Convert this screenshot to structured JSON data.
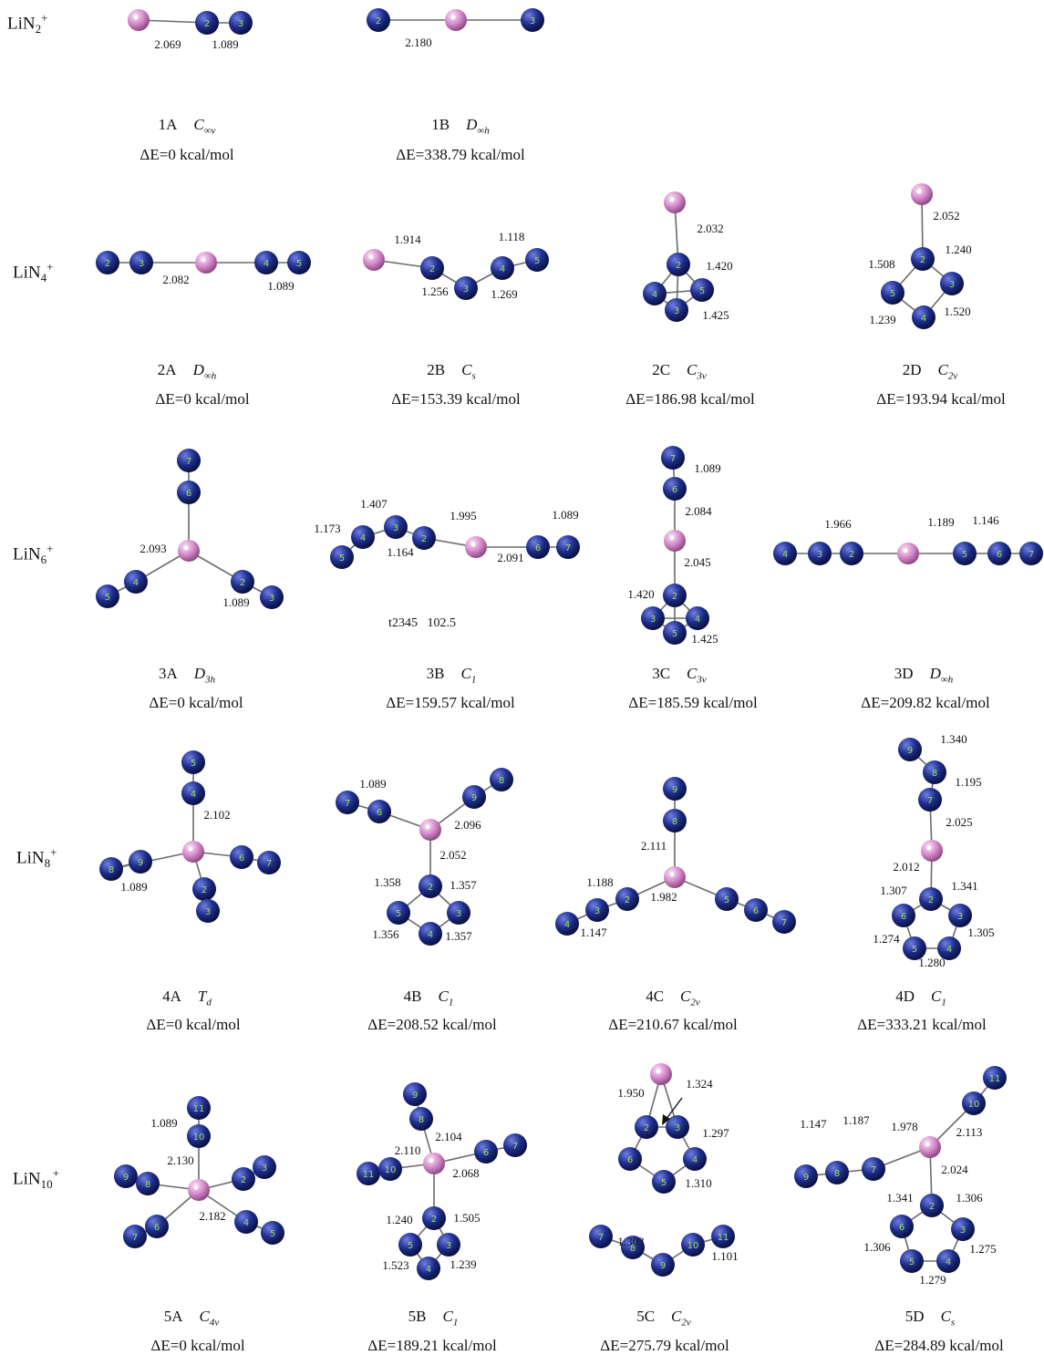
{
  "rows": [
    {
      "species_base": "LiN",
      "species_sub": "2",
      "species_sup": "+"
    },
    {
      "species_base": "LiN",
      "species_sub": "4",
      "species_sup": "+"
    },
    {
      "species_base": "LiN",
      "species_sub": "6",
      "species_sup": "+"
    },
    {
      "species_base": "LiN",
      "species_sub": "8",
      "species_sup": "+"
    },
    {
      "species_base": "LiN",
      "species_sub": "10",
      "species_sup": "+"
    }
  ],
  "structures": [
    {
      "id": "1A",
      "sym": "C",
      "sym_sub": "∞v",
      "energy": "ΔE=0 kcal/mol"
    },
    {
      "id": "1B",
      "sym": "D",
      "sym_sub": "∞h",
      "energy": "ΔE=338.79 kcal/mol"
    },
    {
      "id": "2A",
      "sym": "D",
      "sym_sub": "∞h",
      "energy": "ΔE=0 kcal/mol"
    },
    {
      "id": "2B",
      "sym": "C",
      "sym_sub": "s",
      "energy": "ΔE=153.39 kcal/mol"
    },
    {
      "id": "2C",
      "sym": "C",
      "sym_sub": "3v",
      "energy": "ΔE=186.98 kcal/mol"
    },
    {
      "id": "2D",
      "sym": "C",
      "sym_sub": "2v",
      "energy": "ΔE=193.94 kcal/mol"
    },
    {
      "id": "3A",
      "sym": "D",
      "sym_sub": "3h",
      "energy": "ΔE=0 kcal/mol"
    },
    {
      "id": "3B",
      "sym": "C",
      "sym_sub": "1",
      "energy": "ΔE=159.57 kcal/mol"
    },
    {
      "id": "3C",
      "sym": "C",
      "sym_sub": "3v",
      "energy": "ΔE=185.59 kcal/mol"
    },
    {
      "id": "3D",
      "sym": "D",
      "sym_sub": "∞h",
      "energy": "ΔE=209.82 kcal/mol"
    },
    {
      "id": "4A",
      "sym": "T",
      "sym_sub": "d",
      "energy": "ΔE=0 kcal/mol"
    },
    {
      "id": "4B",
      "sym": "C",
      "sym_sub": "1",
      "energy": "ΔE=208.52 kcal/mol"
    },
    {
      "id": "4C",
      "sym": "C",
      "sym_sub": "2v",
      "energy": "ΔE=210.67 kcal/mol"
    },
    {
      "id": "4D",
      "sym": "C",
      "sym_sub": "1",
      "energy": "ΔE=333.21 kcal/mol"
    },
    {
      "id": "5A",
      "sym": "C",
      "sym_sub": "4v",
      "energy": "ΔE=0 kcal/mol"
    },
    {
      "id": "5B",
      "sym": "C",
      "sym_sub": "1",
      "energy": "ΔE=189.21 kcal/mol"
    },
    {
      "id": "5C",
      "sym": "C",
      "sym_sub": "2v",
      "energy": "ΔE=275.79 kcal/mol"
    },
    {
      "id": "5D",
      "sym": "C",
      "sym_sub": "s",
      "energy": "ΔE=284.89 kcal/mol"
    }
  ],
  "extra_label": "t2345   102.5",
  "colors": {
    "lithium": "#d78bcc",
    "nitrogen": "#1e2d8c",
    "number": "#9be05a",
    "bond": "#6b6b6b"
  },
  "molecules": [
    {
      "atoms": [
        [
          "",
          0,
          0
        ],
        [
          "2",
          0,
          0
        ],
        [
          "3",
          0,
          0
        ]
      ],
      "bonds": [
        [
          0,
          1
        ],
        [
          1,
          2
        ]
      ],
      "labels": [
        "2.069",
        "1.089"
      ]
    },
    {
      "atoms": [
        [
          "2",
          0,
          0
        ],
        [
          "",
          0,
          0
        ],
        [
          "3",
          0,
          0
        ]
      ],
      "bonds": [
        [
          0,
          1
        ],
        [
          1,
          2
        ]
      ],
      "labels": [
        "2.180"
      ]
    },
    {
      "atoms": [
        [
          "2",
          0,
          0
        ],
        [
          "3",
          0,
          0
        ],
        [
          "",
          0,
          0
        ],
        [
          "4",
          0,
          0
        ],
        [
          "5",
          0,
          0
        ]
      ],
      "bonds": [
        [
          0,
          1
        ],
        [
          1,
          2
        ],
        [
          2,
          3
        ],
        [
          3,
          4
        ]
      ],
      "labels": [
        "2.082",
        "1.089"
      ]
    },
    {
      "atoms": [
        [
          "",
          0,
          0
        ],
        [
          "2",
          0,
          0
        ],
        [
          "3",
          0,
          0
        ],
        [
          "4",
          0,
          0
        ],
        [
          "5",
          0,
          0
        ]
      ],
      "bonds": [
        [
          0,
          1
        ],
        [
          1,
          2
        ],
        [
          2,
          3
        ],
        [
          3,
          4
        ]
      ],
      "labels": [
        "1.914",
        "1.118",
        "1.256",
        "1.269"
      ]
    },
    {
      "atoms": [
        [
          "",
          0,
          0
        ],
        [
          "2",
          0,
          0
        ],
        [
          "4",
          0,
          0
        ],
        [
          "5",
          0,
          0
        ],
        [
          "3",
          0,
          0
        ]
      ],
      "bonds": [
        [
          0,
          1
        ],
        [
          1,
          2
        ],
        [
          1,
          3
        ],
        [
          1,
          4
        ],
        [
          2,
          3
        ],
        [
          3,
          4
        ],
        [
          2,
          4
        ]
      ],
      "labels": [
        "2.032",
        "1.420",
        "1.425"
      ]
    },
    {
      "atoms": [
        [
          "",
          0,
          0
        ],
        [
          "2",
          0,
          0
        ],
        [
          "3",
          0,
          0
        ],
        [
          "4",
          0,
          0
        ],
        [
          "5",
          0,
          0
        ]
      ],
      "bonds": [
        [
          0,
          1
        ],
        [
          1,
          2
        ],
        [
          2,
          3
        ],
        [
          3,
          4
        ],
        [
          4,
          1
        ]
      ],
      "labels": [
        "2.052",
        "1.240",
        "1.508",
        "1.520",
        "1.239"
      ]
    },
    {
      "atoms": [
        [
          "7",
          0,
          0
        ],
        [
          "6",
          0,
          0
        ],
        [
          "",
          0,
          0
        ],
        [
          "4",
          0,
          0
        ],
        [
          "5",
          0,
          0
        ],
        [
          "2",
          0,
          0
        ],
        [
          "3",
          0,
          0
        ]
      ],
      "bonds": [
        [
          0,
          1
        ],
        [
          1,
          2
        ],
        [
          2,
          3
        ],
        [
          3,
          4
        ],
        [
          2,
          5
        ],
        [
          5,
          6
        ]
      ],
      "labels": [
        "2.093",
        "1.089"
      ]
    },
    {
      "atoms": [
        [
          "5",
          0,
          0
        ],
        [
          "4",
          0,
          0
        ],
        [
          "3",
          0,
          0
        ],
        [
          "2",
          0,
          0
        ],
        [
          "",
          0,
          0
        ],
        [
          "6",
          0,
          0
        ],
        [
          "7",
          0,
          0
        ]
      ],
      "bonds": [
        [
          0,
          1
        ],
        [
          1,
          2
        ],
        [
          2,
          3
        ],
        [
          3,
          4
        ],
        [
          4,
          5
        ],
        [
          5,
          6
        ]
      ],
      "labels": [
        "1.407",
        "1.173",
        "1.164",
        "1.995",
        "1.089",
        "2.091"
      ]
    },
    {
      "atoms": [
        [
          "7",
          0,
          0
        ],
        [
          "6",
          0,
          0
        ],
        [
          "",
          0,
          0
        ],
        [
          "2",
          0,
          0
        ],
        [
          "3",
          0,
          0
        ],
        [
          "4",
          0,
          0
        ],
        [
          "5",
          0,
          0
        ]
      ],
      "bonds": [
        [
          0,
          1
        ],
        [
          1,
          2
        ],
        [
          2,
          3
        ],
        [
          3,
          4
        ],
        [
          3,
          5
        ],
        [
          3,
          6
        ],
        [
          4,
          5
        ],
        [
          5,
          6
        ],
        [
          4,
          6
        ]
      ],
      "labels": [
        "1.089",
        "2.084",
        "2.045",
        "1.420",
        "1.425"
      ]
    },
    {
      "atoms": [
        [
          "4",
          0,
          0
        ],
        [
          "3",
          0,
          0
        ],
        [
          "2",
          0,
          0
        ],
        [
          "",
          0,
          0
        ],
        [
          "5",
          0,
          0
        ],
        [
          "6",
          0,
          0
        ],
        [
          "7",
          0,
          0
        ]
      ],
      "bonds": [
        [
          0,
          1
        ],
        [
          1,
          2
        ],
        [
          2,
          3
        ],
        [
          3,
          4
        ],
        [
          4,
          5
        ],
        [
          5,
          6
        ]
      ],
      "labels": [
        "1.966",
        "1.189",
        "1.146"
      ]
    },
    {
      "atoms": [
        [
          "5",
          0,
          0
        ],
        [
          "4",
          0,
          0
        ],
        [
          "",
          0,
          0
        ],
        [
          "9",
          0,
          0
        ],
        [
          "8",
          0,
          0
        ],
        [
          "6",
          0,
          0
        ],
        [
          "7",
          0,
          0
        ],
        [
          "2",
          0,
          0
        ],
        [
          "3",
          0,
          0
        ]
      ],
      "bonds": [
        [
          0,
          1
        ],
        [
          1,
          2
        ],
        [
          2,
          4
        ],
        [
          4,
          3
        ],
        [
          2,
          5
        ],
        [
          5,
          6
        ],
        [
          2,
          7
        ],
        [
          7,
          8
        ]
      ],
      "labels": [
        "2.102",
        "1.089"
      ]
    },
    {
      "atoms": [
        [
          "7",
          0,
          0
        ],
        [
          "6",
          0,
          0
        ],
        [
          "",
          0,
          0
        ],
        [
          "9",
          0,
          0
        ],
        [
          "8",
          0,
          0
        ],
        [
          "2",
          0,
          0
        ],
        [
          "3",
          0,
          0
        ],
        [
          "4",
          0,
          0
        ],
        [
          "5",
          0,
          0
        ]
      ],
      "bonds": [
        [
          0,
          1
        ],
        [
          1,
          2
        ],
        [
          2,
          3
        ],
        [
          3,
          4
        ],
        [
          2,
          5
        ],
        [
          5,
          6
        ],
        [
          6,
          7
        ],
        [
          7,
          8
        ],
        [
          8,
          5
        ]
      ],
      "labels": [
        "1.089",
        "2.096",
        "2.052",
        "1.358",
        "1.357",
        "1.356",
        "1.357"
      ]
    },
    {
      "atoms": [
        [
          "9",
          0,
          0
        ],
        [
          "8",
          0,
          0
        ],
        [
          "",
          0,
          0
        ],
        [
          "2",
          0,
          0
        ],
        [
          "3",
          0,
          0
        ],
        [
          "4",
          0,
          0
        ],
        [
          "5",
          0,
          0
        ],
        [
          "6",
          0,
          0
        ],
        [
          "7",
          0,
          0
        ]
      ],
      "bonds": [
        [
          0,
          1
        ],
        [
          1,
          2
        ],
        [
          2,
          3
        ],
        [
          3,
          4
        ],
        [
          4,
          5
        ],
        [
          2,
          6
        ],
        [
          6,
          7
        ],
        [
          7,
          8
        ]
      ],
      "labels": [
        "2.111",
        "1.188",
        "1.982",
        "1.147"
      ]
    },
    {
      "atoms": [
        [
          "9",
          0,
          0
        ],
        [
          "8",
          0,
          0
        ],
        [
          "7",
          0,
          0
        ],
        [
          "",
          0,
          0
        ],
        [
          "2",
          0,
          0
        ],
        [
          "3",
          0,
          0
        ],
        [
          "4",
          0,
          0
        ],
        [
          "5",
          0,
          0
        ],
        [
          "6",
          0,
          0
        ]
      ],
      "bonds": [
        [
          0,
          1
        ],
        [
          1,
          2
        ],
        [
          2,
          3
        ],
        [
          3,
          4
        ],
        [
          4,
          5
        ],
        [
          5,
          6
        ],
        [
          6,
          7
        ],
        [
          7,
          8
        ],
        [
          8,
          4
        ]
      ],
      "labels": [
        "1.340",
        "1.195",
        "2.025",
        "2.012",
        "1.307",
        "1.341",
        "1.274",
        "1.305",
        "1.280"
      ]
    },
    {
      "atoms": [
        [
          "11",
          0,
          0
        ],
        [
          "10",
          0,
          0
        ],
        [
          "",
          0,
          0
        ],
        [
          "9",
          0,
          0
        ],
        [
          "8",
          0,
          0
        ],
        [
          "7",
          0,
          0
        ],
        [
          "6",
          0,
          0
        ],
        [
          "3",
          0,
          0
        ],
        [
          "2",
          0,
          0
        ],
        [
          "4",
          0,
          0
        ],
        [
          "5",
          0,
          0
        ]
      ],
      "bonds": [
        [
          0,
          1
        ],
        [
          1,
          2
        ],
        [
          2,
          4
        ],
        [
          4,
          3
        ],
        [
          2,
          6
        ],
        [
          6,
          5
        ],
        [
          2,
          8
        ],
        [
          8,
          7
        ],
        [
          2,
          9
        ],
        [
          9,
          10
        ]
      ],
      "labels": [
        "1.089",
        "2.130",
        "2.182"
      ]
    },
    {
      "atoms": [
        [
          "9",
          0,
          0
        ],
        [
          "8",
          0,
          0
        ],
        [
          "",
          0,
          0
        ],
        [
          "11",
          0,
          0
        ],
        [
          "10",
          0,
          0
        ],
        [
          "6",
          0,
          0
        ],
        [
          "7",
          0,
          0
        ],
        [
          "2",
          0,
          0
        ],
        [
          "3",
          0,
          0
        ],
        [
          "4",
          0,
          0
        ],
        [
          "5",
          0,
          0
        ]
      ],
      "bonds": [
        [
          0,
          1
        ],
        [
          1,
          2
        ],
        [
          2,
          4
        ],
        [
          4,
          3
        ],
        [
          2,
          5
        ],
        [
          5,
          6
        ],
        [
          2,
          7
        ],
        [
          7,
          8
        ],
        [
          8,
          9
        ],
        [
          9,
          10
        ],
        [
          10,
          7
        ]
      ],
      "labels": [
        "2.104",
        "2.110",
        "2.068",
        "1.240",
        "1.505",
        "1.523",
        "1.239"
      ]
    },
    {
      "atoms": [
        [
          "",
          0,
          0
        ],
        [
          "2",
          0,
          0
        ],
        [
          "3",
          0,
          0
        ],
        [
          "4",
          0,
          0
        ],
        [
          "5",
          0,
          0
        ],
        [
          "6",
          0,
          0
        ],
        [
          "7",
          0,
          0
        ],
        [
          "8",
          0,
          0
        ],
        [
          "9",
          0,
          0
        ],
        [
          "10",
          0,
          0
        ],
        [
          "11",
          0,
          0
        ]
      ],
      "bonds": [
        [
          0,
          1
        ],
        [
          0,
          2
        ],
        [
          1,
          2
        ],
        [
          2,
          3
        ],
        [
          3,
          4
        ],
        [
          4,
          5
        ],
        [
          5,
          1
        ],
        [
          6,
          7
        ],
        [
          7,
          8
        ],
        [
          8,
          9
        ],
        [
          9,
          10
        ]
      ],
      "labels": [
        "1.950",
        "1.324",
        "1.297",
        "1.310",
        "1.303",
        "1.101"
      ]
    },
    {
      "atoms": [
        [
          "9",
          0,
          0
        ],
        [
          "8",
          0,
          0
        ],
        [
          "7",
          0,
          0
        ],
        [
          "",
          0,
          0
        ],
        [
          "10",
          0,
          0
        ],
        [
          "11",
          0,
          0
        ],
        [
          "2",
          0,
          0
        ],
        [
          "3",
          0,
          0
        ],
        [
          "4",
          0,
          0
        ],
        [
          "5",
          0,
          0
        ],
        [
          "6",
          0,
          0
        ]
      ],
      "bonds": [
        [
          0,
          1
        ],
        [
          1,
          2
        ],
        [
          2,
          3
        ],
        [
          3,
          4
        ],
        [
          4,
          5
        ],
        [
          3,
          6
        ],
        [
          6,
          7
        ],
        [
          7,
          8
        ],
        [
          8,
          9
        ],
        [
          9,
          10
        ],
        [
          10,
          6
        ]
      ],
      "labels": [
        "1.147",
        "1.187",
        "1.978",
        "2.113",
        "2.024",
        "1.341",
        "1.306",
        "1.306",
        "1.275",
        "1.279"
      ]
    }
  ]
}
